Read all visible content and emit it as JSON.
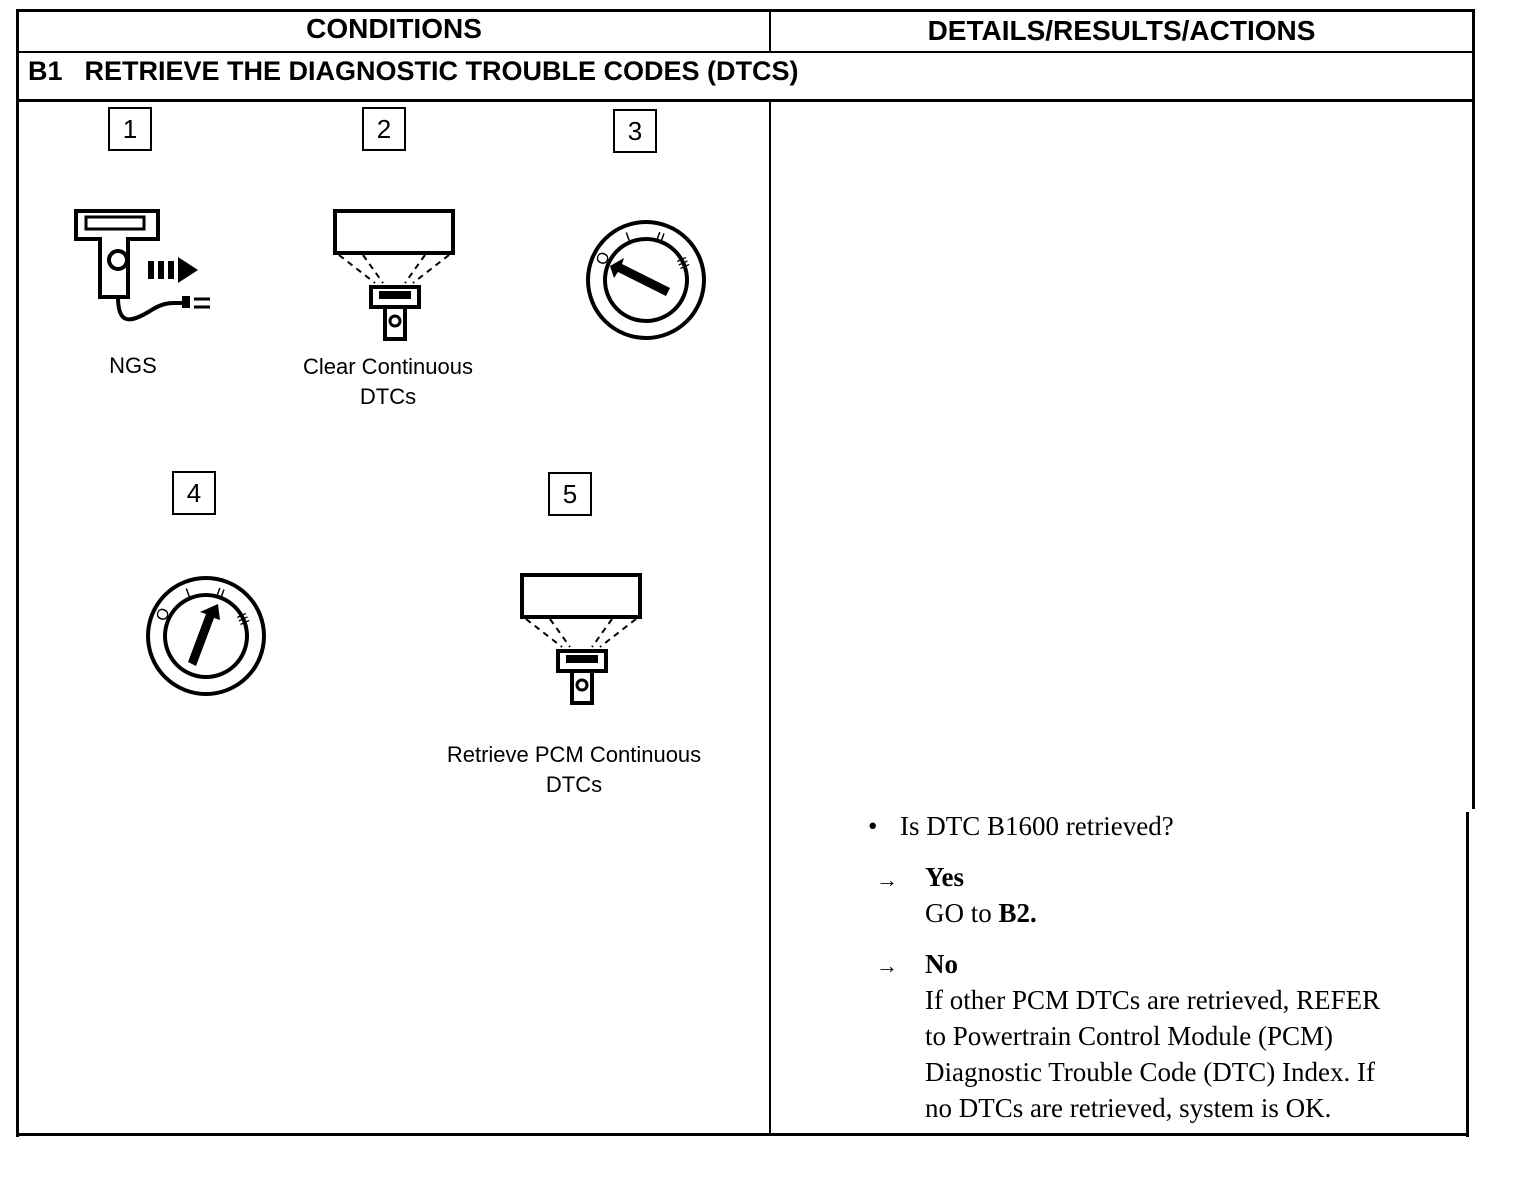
{
  "header": {
    "conditions_label": "CONDITIONS",
    "details_label": "DETAILS/RESULTS/ACTIONS"
  },
  "step": {
    "id": "B1",
    "title": "RETRIEVE THE DIAGNOSTIC TROUBLE CODES (DTCS)"
  },
  "procedure": {
    "items": [
      {
        "number": "1",
        "icon": "ngs-tester-connect-icon",
        "caption_lines": [
          "NGS"
        ]
      },
      {
        "number": "2",
        "icon": "scan-tool-icon",
        "caption_lines": [
          "Clear Continuous",
          "DTCs"
        ]
      },
      {
        "number": "3",
        "icon": "ignition-switch-off-icon",
        "caption_lines": []
      },
      {
        "number": "4",
        "icon": "ignition-switch-on-icon",
        "caption_lines": []
      },
      {
        "number": "5",
        "icon": "scan-tool-icon",
        "caption_lines": [
          "Retrieve PCM Continuous",
          "DTCs"
        ]
      }
    ]
  },
  "question": {
    "bullet": "•",
    "text": "Is DTC B1600 retrieved?"
  },
  "answers": [
    {
      "arrow": "→",
      "label": "Yes",
      "prefix": "GO to ",
      "target": "B2."
    },
    {
      "arrow": "→",
      "label": "No",
      "lines": [
        "If other PCM DTCs are retrieved, REFER",
        "to Powertrain Control Module (PCM)",
        "Diagnostic Trouble Code (DTC) Index. If",
        "no DTCs are retrieved, system is OK."
      ]
    }
  ],
  "switch_labels": {
    "o": "O",
    "i": "I",
    "ii": "II",
    "iii": "III"
  }
}
